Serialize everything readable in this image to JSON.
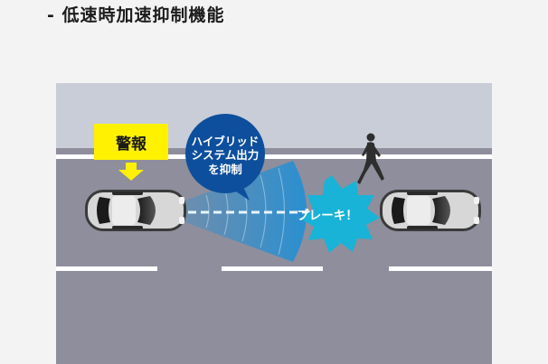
{
  "title": "- 低速時加速抑制機能",
  "labels": {
    "warning": "警報",
    "suppress_line1": "ハイブリッド",
    "suppress_line2": "システム出力",
    "suppress_line3": "を抑制",
    "brake": "ブレーキ！"
  },
  "colors": {
    "background": "#f3f3f3",
    "road": "#8e8e9d",
    "sidewalk": "#c9cdd8",
    "lane_marking": "#ffffff",
    "warning_box": "#fff100",
    "suppress_bubble": "#0d4f9c",
    "sensor_beam": "#1f8fd6",
    "brake_burst": "#19b3d7",
    "car_body": "#3a3a3a"
  },
  "icons": {
    "warning_arrow": "down-arrow-icon",
    "pedestrian": "walking-person-icon",
    "vehicle": "car-top-view-icon"
  }
}
